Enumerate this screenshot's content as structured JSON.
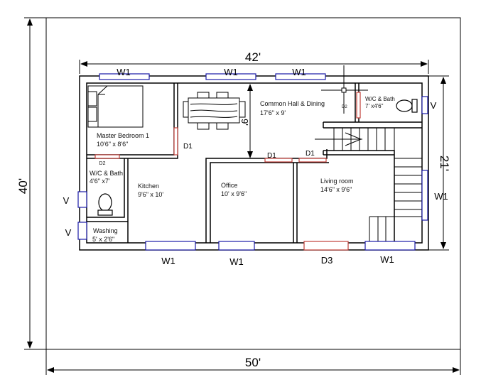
{
  "dimensions": {
    "width": "42'",
    "depth": "21'",
    "plot_width": "50'",
    "plot_depth": "40'",
    "hall_height": "9'"
  },
  "rooms": {
    "master_bedroom": {
      "name": "Master Bedroom 1",
      "size": "10'6\" x 8'6\""
    },
    "wc_bath_left": {
      "name": "W/C & Bath",
      "size": "4'6\" x7'"
    },
    "washing": {
      "name": "Washing",
      "size": "5' x 2'6\""
    },
    "kitchen": {
      "name": "Kitchen",
      "size": "9'6\" x 10'"
    },
    "office": {
      "name": "Office",
      "size": "10' x 9'6\""
    },
    "common_hall": {
      "name": "Common Hall & Dining",
      "size": "17'6\" x 9'"
    },
    "wc_bath_right": {
      "name": "W/C & Bath",
      "size": "7' x4'6\""
    },
    "living_room": {
      "name": "Living room",
      "size": "14'6\" x 9'6\""
    }
  },
  "openings": {
    "w1": "W1",
    "v": "V",
    "d1": "D1",
    "d2": "D2",
    "d3": "D3"
  },
  "colors": {
    "window": "#1a1aa8",
    "door": "#c0403a"
  }
}
